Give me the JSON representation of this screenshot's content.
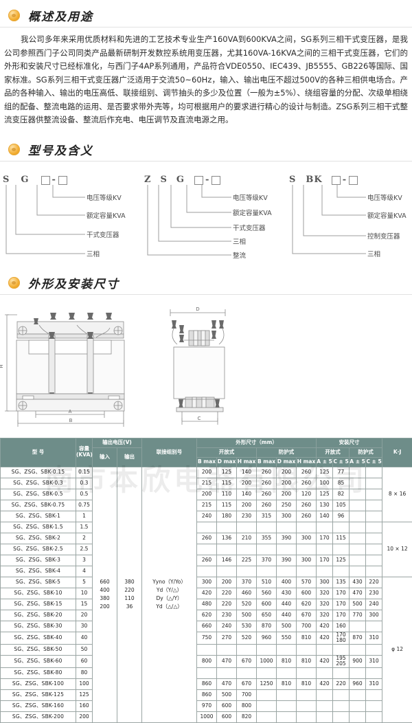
{
  "sections": {
    "overview": {
      "title": "概述及用途",
      "body": "我公司多年来采用优质材料和先进的工艺技术专业生产160VA到600KVA之间，SG系列三相干式变压器，是我公司参照西门子公司同类产品最新研制开发数控系统用变压器，尤其160VA-16KVA之间的三相干式变压器，它们的外形和安装尺寸已经标准化，与西门子4AP系列通用，产品符合VDE0550、IEC439、JB5555、GB226等国际、国家标准。SG系列三相干式变压器广泛适用于交流50~60Hz，输入、输出电压不超过500V的各种三相供电场合。产品的各种输入、输出的电压高低、联接组别、调节抽头的多少及位置（一般为±5%）、绕组容量的分配、次级单相绕组的配备、整流电路的运用、是否要求带外壳等，均可根据用户的要求进行精心的设计与制造。ZSG系列三相干式整流变压器供整流设备、整流后作充电、电压调节及直流电源之用。"
    },
    "model_meaning": {
      "title": "型号及含义",
      "diagrams": [
        {
          "code": [
            "S",
            "G",
            "□",
            "-",
            "□"
          ],
          "labels": [
            "电压等级KV",
            "额定容量KVA",
            "干式变压器",
            "三相"
          ]
        },
        {
          "code": [
            "Z",
            "S",
            "G",
            "□",
            "-",
            "□"
          ],
          "labels": [
            "电压等级KV",
            "额定容量KVA",
            "干式变压器",
            "三相",
            "整流"
          ]
        },
        {
          "code": [
            "S",
            "BK",
            "□",
            "-",
            "□"
          ],
          "labels": [
            "电压等级KV",
            "额定容量KVA",
            "控制变压器",
            "三相"
          ]
        }
      ]
    },
    "dimensions": {
      "title": "外形及安装尺寸",
      "front_view_labels": [
        "H",
        "A",
        "B"
      ],
      "side_view_labels": [
        "D",
        "C"
      ]
    }
  },
  "table": {
    "watermark": "南市本欣电器有限公司",
    "headers": {
      "model": "型    号",
      "capacity": "容量\n(KVA)",
      "capacity_l1": "容量",
      "capacity_l2": "(KVA)",
      "voltage_group": "输出电压(V)",
      "voltage_in": "输入",
      "voltage_out": "输出",
      "connection": "联接组别号",
      "outline": "外形尺寸（mm）",
      "install": "安装尺寸",
      "open_type": "开放式",
      "protect_type": "防护式",
      "b_max": "B max",
      "d_max": "D max",
      "h_max": "H max",
      "a_tol": "A ± 5",
      "c_tol": "C ± 5",
      "kj": "K·J"
    },
    "voltage_in_values": [
      "660",
      "400",
      "380",
      "200"
    ],
    "voltage_out_values": [
      "380",
      "220",
      "110",
      "36"
    ],
    "connection_values": [
      "Yyno（Y/Yo）",
      "Yd（Y/△）",
      "Dy（△/Y）",
      "Yd（△/△）"
    ],
    "kj_values": [
      "8 × 16",
      "10 × 12",
      "φ 12"
    ],
    "rows": [
      {
        "model": "SG、ZSG、SBK-0.15",
        "cap": "0.15",
        "ob": "200",
        "od": "125",
        "oh": "140",
        "pb": "260",
        "pd": "200",
        "ph": "260",
        "pa": "125",
        "pc": "77",
        "ia": "",
        "ic": ""
      },
      {
        "model": "SG、ZSG、SBK-0.3",
        "cap": "0.3",
        "ob": "215",
        "od": "115",
        "oh": "200",
        "pb": "260",
        "pd": "200",
        "ph": "260",
        "pa": "100",
        "pc": "85",
        "ia": "",
        "ic": ""
      },
      {
        "model": "SG、ZSG、SBK-0.5",
        "cap": "0.5",
        "ob": "200",
        "od": "110",
        "oh": "140",
        "pb": "260",
        "pd": "200",
        "ph": "120",
        "pa": "125",
        "pc": "82",
        "ia": "",
        "ic": ""
      },
      {
        "model": "SG、ZSG、SBK-0.75",
        "cap": "0.75",
        "ob": "215",
        "od": "115",
        "oh": "200",
        "pb": "260",
        "pd": "250",
        "ph": "260",
        "pa": "130",
        "pc": "105",
        "ia": "",
        "ic": ""
      },
      {
        "model": "SG、ZSG、SBK-1",
        "cap": "1",
        "ob": "240",
        "od": "180",
        "oh": "230",
        "pb": "315",
        "pd": "300",
        "ph": "260",
        "pa": "140",
        "pc": "96",
        "ia": "",
        "ic": ""
      },
      {
        "model": "SG、ZSG、SBK-1.5",
        "cap": "1.5",
        "ob": "",
        "od": "",
        "oh": "",
        "pb": "",
        "pd": "",
        "ph": "",
        "pa": "",
        "pc": "",
        "ia": "",
        "ic": ""
      },
      {
        "model": "SG、ZSG、SBK-2",
        "cap": "2",
        "ob": "260",
        "od": "136",
        "oh": "210",
        "pb": "355",
        "pd": "390",
        "ph": "300",
        "pa": "170",
        "pc": "115",
        "ia": "",
        "ic": ""
      },
      {
        "model": "SG、ZSG、SBK-2.5",
        "cap": "2.5",
        "ob": "",
        "od": "",
        "oh": "",
        "pb": "",
        "pd": "",
        "ph": "",
        "pa": "",
        "pc": "",
        "ia": "",
        "ic": ""
      },
      {
        "model": "SG、ZSG、SBK-3",
        "cap": "3",
        "ob": "260",
        "od": "146",
        "oh": "225",
        "pb": "370",
        "pd": "390",
        "ph": "300",
        "pa": "170",
        "pc": "125",
        "ia": "",
        "ic": ""
      },
      {
        "model": "SG、ZSG、SBK-4",
        "cap": "4",
        "ob": "",
        "od": "",
        "oh": "",
        "pb": "",
        "pd": "",
        "ph": "",
        "pa": "",
        "pc": "",
        "ia": "",
        "ic": ""
      },
      {
        "model": "SG、ZSG、SBK-5",
        "cap": "5",
        "ob": "300",
        "od": "200",
        "oh": "370",
        "pb": "510",
        "pd": "400",
        "ph": "570",
        "pa": "300",
        "pc": "135",
        "ia": "430",
        "ic": "220"
      },
      {
        "model": "SG、ZSG、SBK-10",
        "cap": "10",
        "ob": "420",
        "od": "220",
        "oh": "460",
        "pb": "560",
        "pd": "430",
        "ph": "600",
        "pa": "320",
        "pc": "170",
        "ia": "470",
        "ic": "230"
      },
      {
        "model": "SG、ZSG、SBK-15",
        "cap": "15",
        "ob": "480",
        "od": "220",
        "oh": "520",
        "pb": "600",
        "pd": "440",
        "ph": "620",
        "pa": "320",
        "pc": "170",
        "ia": "500",
        "ic": "240"
      },
      {
        "model": "SG、ZSG、SBK-20",
        "cap": "20",
        "ob": "620",
        "od": "230",
        "oh": "500",
        "pb": "650",
        "pd": "440",
        "ph": "670",
        "pa": "320",
        "pc": "170",
        "ia": "770",
        "ic": "300"
      },
      {
        "model": "SG、ZSG、SBK-30",
        "cap": "30",
        "ob": "660",
        "od": "240",
        "oh": "530",
        "pb": "870",
        "pd": "500",
        "ph": "700",
        "pa": "420",
        "pc": "160",
        "ia": "",
        "ic": ""
      },
      {
        "model": "SG、ZSG、SBK-40",
        "cap": "40",
        "ob": "750",
        "od": "270",
        "oh": "520",
        "pb": "960",
        "pd": "550",
        "ph": "810",
        "pa": "420",
        "pc": "170\n180",
        "ia": "870",
        "ic": "310"
      },
      {
        "model": "SG、ZSG、SBK-50",
        "cap": "50",
        "ob": "",
        "od": "",
        "oh": "",
        "pb": "",
        "pd": "",
        "ph": "",
        "pa": "",
        "pc": "",
        "ia": "",
        "ic": ""
      },
      {
        "model": "SG、ZSG、SBK-60",
        "cap": "60",
        "ob": "800",
        "od": "470",
        "oh": "670",
        "pb": "1000",
        "pd": "810",
        "ph": "810",
        "pa": "420",
        "pc": "195\n205",
        "ia": "900",
        "ic": "310"
      },
      {
        "model": "SG、ZSG、SBK-80",
        "cap": "80",
        "ob": "",
        "od": "",
        "oh": "",
        "pb": "",
        "pd": "",
        "ph": "",
        "pa": "",
        "pc": "",
        "ia": "",
        "ic": ""
      },
      {
        "model": "SG、ZSG、SBK-100",
        "cap": "100",
        "ob": "860",
        "od": "470",
        "oh": "670",
        "pb": "1250",
        "pd": "810",
        "ph": "810",
        "pa": "420",
        "pc": "220",
        "ia": "960",
        "ic": "310"
      },
      {
        "model": "SG、ZSG、SBK-125",
        "cap": "125",
        "ob": "860",
        "od": "500",
        "oh": "700",
        "pb": "",
        "pd": "",
        "ph": "",
        "pa": "",
        "pc": "",
        "ia": "",
        "ic": ""
      },
      {
        "model": "SG、ZSG、SBK-160",
        "cap": "160",
        "ob": "970",
        "od": "600",
        "oh": "800",
        "pb": "",
        "pd": "",
        "ph": "",
        "pa": "",
        "pc": "",
        "ia": "",
        "ic": ""
      },
      {
        "model": "SG、ZSG、SBK-200",
        "cap": "200",
        "ob": "1000",
        "od": "600",
        "oh": "820",
        "pb": "",
        "pd": "",
        "ph": "",
        "pa": "",
        "pc": "",
        "ia": "",
        "ic": ""
      }
    ]
  }
}
